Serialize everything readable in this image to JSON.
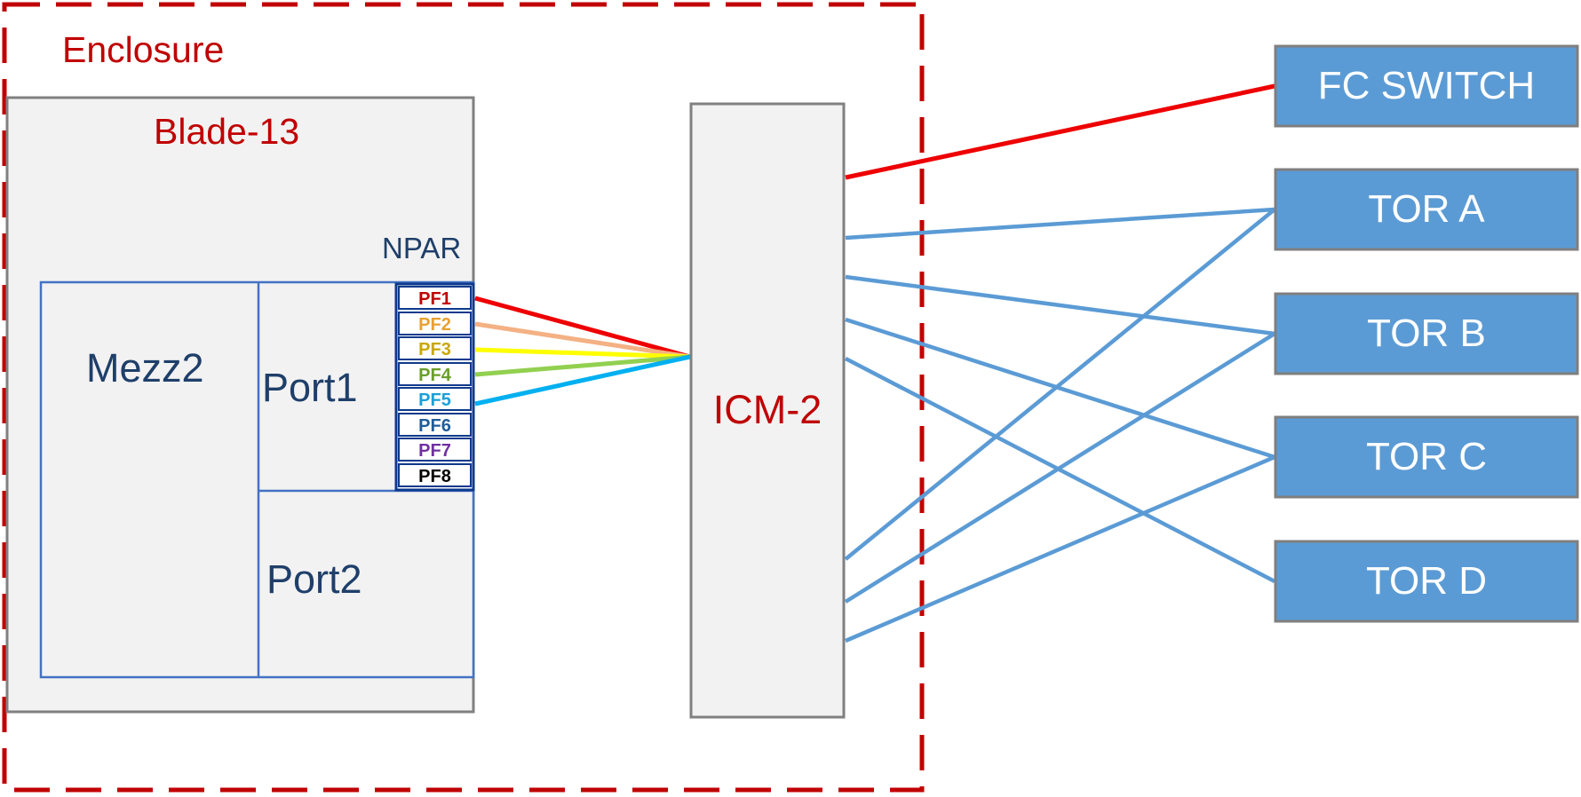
{
  "enclosure": {
    "label": "Enclosure"
  },
  "blade": {
    "label": "Blade-13",
    "npar_label": "NPAR"
  },
  "mezz": {
    "label": "Mezz2"
  },
  "port1": {
    "label": "Port1"
  },
  "port2": {
    "label": "Port2"
  },
  "pfs": [
    {
      "label": "PF1",
      "color": "#C00000"
    },
    {
      "label": "PF2",
      "color": "#E8A030"
    },
    {
      "label": "PF3",
      "color": "#C8A800"
    },
    {
      "label": "PF4",
      "color": "#6A9F2A"
    },
    {
      "label": "PF5",
      "color": "#1AA0D8"
    },
    {
      "label": "PF6",
      "color": "#1F5C99"
    },
    {
      "label": "PF7",
      "color": "#7030A0"
    },
    {
      "label": "PF8",
      "color": "#000000"
    }
  ],
  "icm": {
    "label": "ICM-2"
  },
  "switches": [
    {
      "label": "FC SWITCH"
    },
    {
      "label": "TOR A"
    },
    {
      "label": "TOR B"
    },
    {
      "label": "TOR C"
    },
    {
      "label": "TOR D"
    }
  ],
  "colors": {
    "enclosure_border": "#C00000",
    "title_text": "#C00000",
    "dark_blue_text": "#1F3F6A",
    "panel_fill": "#F2F2F2",
    "panel_border": "#808080",
    "switch_fill": "#5B9BD5",
    "link_blue": "#5B9BD5",
    "link_red": "#EE0000",
    "pf_link_red": "#EE0000",
    "pf_link_orange": "#F4B183",
    "pf_link_yellow": "#FFFF00",
    "pf_link_green": "#92D050",
    "pf_link_cyan": "#00B0F0"
  }
}
